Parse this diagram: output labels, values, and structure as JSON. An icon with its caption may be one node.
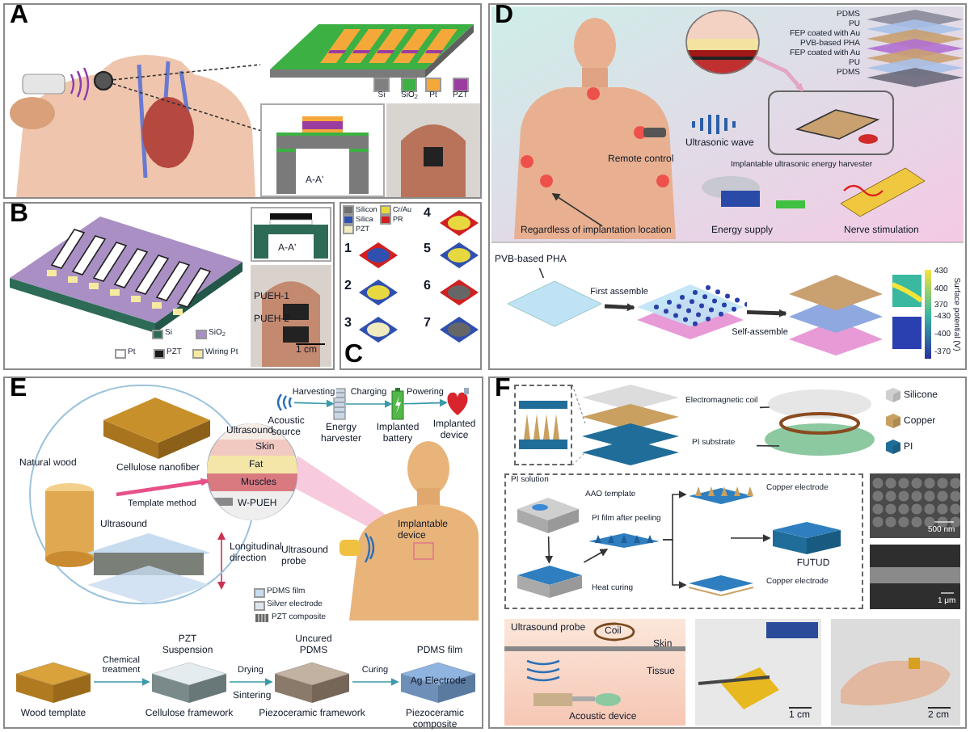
{
  "diagram": {
    "nodes": [
      {
        "text": [
          "A"
        ]
      },
      {
        "text": [],
        "shape": "picture",
        "in": 0
      },
      {
        "text": [
          "A-A'"
        ],
        "in": 0
      },
      {
        "text": [],
        "shape": "picture",
        "in": 0
      },
      {
        "text": [],
        "shape": "circle",
        "in": 0
      },
      {
        "text": [
          "B"
        ]
      },
      {
        "text": [
          "A-A'"
        ],
        "in": 5
      },
      {
        "text": [
          "PUEH-1",
          "PUEH-2",
          "1 cm"
        ],
        "in": 5
      },
      {
        "text": [
          "C"
        ]
      },
      {
        "text": [
          "D"
        ]
      },
      {
        "text": [],
        "shape": "picture",
        "in": 9
      },
      {
        "text": [],
        "shape": "box",
        "in": 9,
        "beside": [
          "Implantable ultrasonic energy harvester"
        ]
      },
      {
        "text": [
          "PVB-based PHA"
        ],
        "in": 9
      },
      {
        "text": [],
        "shape": "picture",
        "in": 9
      },
      {
        "text": [],
        "shape": "picture",
        "in": 9
      },
      {
        "text": [],
        "shape": "picture",
        "in": 9
      },
      {
        "text": [
          "E"
        ]
      },
      {
        "text": [],
        "shape": "circle",
        "in": 16
      },
      {
        "text": [
          "Ultrasound",
          "Skin",
          "Fat",
          "Muscles",
          "W-PUEH"
        ],
        "in": 16
      },
      {
        "text": [],
        "shape": "picture",
        "in": 16,
        "beside": [
          "Acoustic source"
        ]
      },
      {
        "text": [],
        "shape": "picture",
        "in": 16,
        "beside": [
          "Energy harvester"
        ]
      },
      {
        "text": [],
        "shape": "picture",
        "in": 16,
        "beside": [
          "Implanted battery"
        ]
      },
      {
        "text": [],
        "shape": "picture",
        "in": 16,
        "beside": [
          "Implanted device"
        ]
      },
      {
        "text": [],
        "shape": "picture",
        "in": 16
      },
      {
        "text": [],
        "shape": "picture",
        "in": 16,
        "beside": [
          "Wood template"
        ]
      },
      {
        "text": [],
        "shape": "picture",
        "in": 16,
        "beside": [
          "PZT Suspension",
          "Cellulose framework"
        ]
      },
      {
        "text": [],
        "shape": "picture",
        "in": 16,
        "beside": [
          "Uncured PDMS",
          "Piezoceramic framework"
        ]
      },
      {
        "text": [
          "Ag Electrode"
        ],
        "in": 16,
        "beside": [
          "PDMS film",
          "Piezoceramic composite"
        ]
      },
      {
        "text": [
          "F"
        ]
      },
      {
        "text": [],
        "shape": "box",
        "in": 28
      },
      {
        "text": [],
        "shape": "box",
        "in": 28
      },
      {
        "text": [],
        "shape": "picture",
        "in": 30,
        "beside": [
          "PI solution",
          "AAO template"
        ]
      },
      {
        "text": [],
        "shape": "picture",
        "in": 30,
        "beside": [
          "Heat curing"
        ]
      },
      {
        "text": [],
        "shape": "picture",
        "in": 30,
        "beside": [
          "PI film after peeling"
        ]
      },
      {
        "text": [],
        "shape": "picture",
        "in": 30,
        "beside": [
          "Copper electrode"
        ]
      },
      {
        "text": [],
        "shape": "picture",
        "in": 30,
        "beside": [
          "Copper electrode"
        ]
      },
      {
        "text": [],
        "shape": "picture",
        "in": 30,
        "beside": [
          "FUTUD"
        ]
      },
      {
        "text": [
          "500 nm"
        ],
        "in": 28
      },
      {
        "text": [
          "1 μm"
        ],
        "in": 28
      },
      {
        "text": [
          "Ultrasound probe",
          "Coil",
          "Skin",
          "Tissue",
          "Acoustic device"
        ],
        "in": 28
      },
      {
        "text": [
          "1 cm"
        ],
        "in": 28
      },
      {
        "text": [
          "2 cm"
        ],
        "in": 28
      },
      {
        "text": [
          "Electromagnetic coil"
        ],
        "in": 28
      },
      {
        "text": [
          "PI substrate"
        ],
        "in": 28
      },
      {
        "text": [
          "Regardless of implantation location"
        ],
        "in": 9
      }
    ],
    "edges": [
      {
        "from": 4,
        "to": 1,
        "arrow": "none",
        "style": "dashed"
      },
      {
        "from": 4,
        "to": 2,
        "arrow": "none",
        "style": "dashed"
      },
      {
        "from": 10,
        "to": 11,
        "arrow": "to",
        "style": "thick",
        "color": "#e3a6c4"
      },
      {
        "from": 12,
        "to": 13,
        "arrow": "none"
      },
      {
        "from": 13,
        "to": 14,
        "arrow": "to",
        "label": "First assemble",
        "style": "thick"
      },
      {
        "from": 14,
        "to": 15,
        "arrow": "to",
        "label": "Self-assemble",
        "style": "thick"
      },
      {
        "from": 19,
        "to": 20,
        "arrow": "to",
        "label": "Harvesting",
        "color": "#3a9aa8"
      },
      {
        "from": 20,
        "to": 21,
        "arrow": "to",
        "label": "Charging",
        "color": "#3a9aa8"
      },
      {
        "from": 21,
        "to": 22,
        "arrow": "to",
        "label": "Powering",
        "color": "#3a9aa8"
      },
      {
        "from": 17,
        "to": 18,
        "arrow": "to",
        "label": "Template method",
        "style": "thick",
        "color": "#e8508a"
      },
      {
        "from": 24,
        "to": 25,
        "arrow": "to",
        "label": "Chemical treatment",
        "color": "#3a9aa8"
      },
      {
        "from": 25,
        "to": 26,
        "arrow": "to",
        "label": "Drying",
        "color": "#3a9aa8"
      },
      {
        "from": 26,
        "to": 27,
        "arrow": "to",
        "label": "Curing",
        "color": "#3a9aa8"
      },
      {
        "from": 31,
        "to": 32,
        "arrow": "to"
      },
      {
        "from": 32,
        "to": 33,
        "arrow": "to"
      },
      {
        "from": 33,
        "to": 34,
        "arrow": "to"
      },
      {
        "from": 33,
        "to": 35,
        "arrow": "to"
      },
      {
        "from": null,
        "to": 36,
        "arrow": "to"
      },
      {
        "from": 42,
        "to": null,
        "arrow": "none"
      },
      {
        "from": 43,
        "to": null,
        "arrow": "none"
      },
      {
        "from": 44,
        "to": null,
        "arrow": "to"
      }
    ],
    "labels": [
      "4",
      "1",
      "5",
      "2",
      "6",
      "3",
      "7",
      "PDMS",
      "PU",
      "FEP coated with Au",
      "PVB-based PHA",
      "FEP coated with Au",
      "PU",
      "PDMS",
      "Remote control",
      "Ultrasonic wave",
      "Energy supply",
      "Nerve stimulation",
      "430",
      "400",
      "370",
      "-430",
      "-400",
      "-370",
      "Surface potential (V)",
      "Natural wood",
      "Cellulose nanofiber",
      "Ultrasound",
      "Longitudinal direction",
      "Implantable device",
      "Ultrasound probe",
      "Sintering"
    ],
    "legend": [
      {
        "text": "Si",
        "color": "#808080"
      },
      {
        "text": "SiO$_{2}$",
        "color": "#3cb043"
      },
      {
        "text": "Pt",
        "color": "#f5a83a"
      },
      {
        "text": "PZT",
        "color": "#9b3da0"
      },
      {
        "text": "Si",
        "color": "#2e6b57"
      },
      {
        "text": "SiO$_{2}$",
        "color": "#a98fc4"
      },
      {
        "text": "Pt",
        "color": "#ffffff"
      },
      {
        "text": "PZT",
        "color": "#1a1a1a"
      },
      {
        "text": "Wiring Pt",
        "color": "#f5eaa0"
      },
      {
        "text": "Silicon",
        "color": "#707070"
      },
      {
        "text": "Cr/Au",
        "color": "#e8d840"
      },
      {
        "text": "Silica",
        "color": "#3050b0"
      },
      {
        "text": "PR",
        "color": "#d02020"
      },
      {
        "text": "PZT",
        "color": "#f0ecc0"
      },
      {
        "text": "PDMS film",
        "color": "#c8dcf0"
      },
      {
        "text": "Silver electrode",
        "color": "#dde4ee"
      },
      {
        "text": "PZT composite"
      },
      {
        "text": "Silicone"
      },
      {
        "text": "Copper"
      },
      {
        "text": "PI"
      }
    ]
  }
}
